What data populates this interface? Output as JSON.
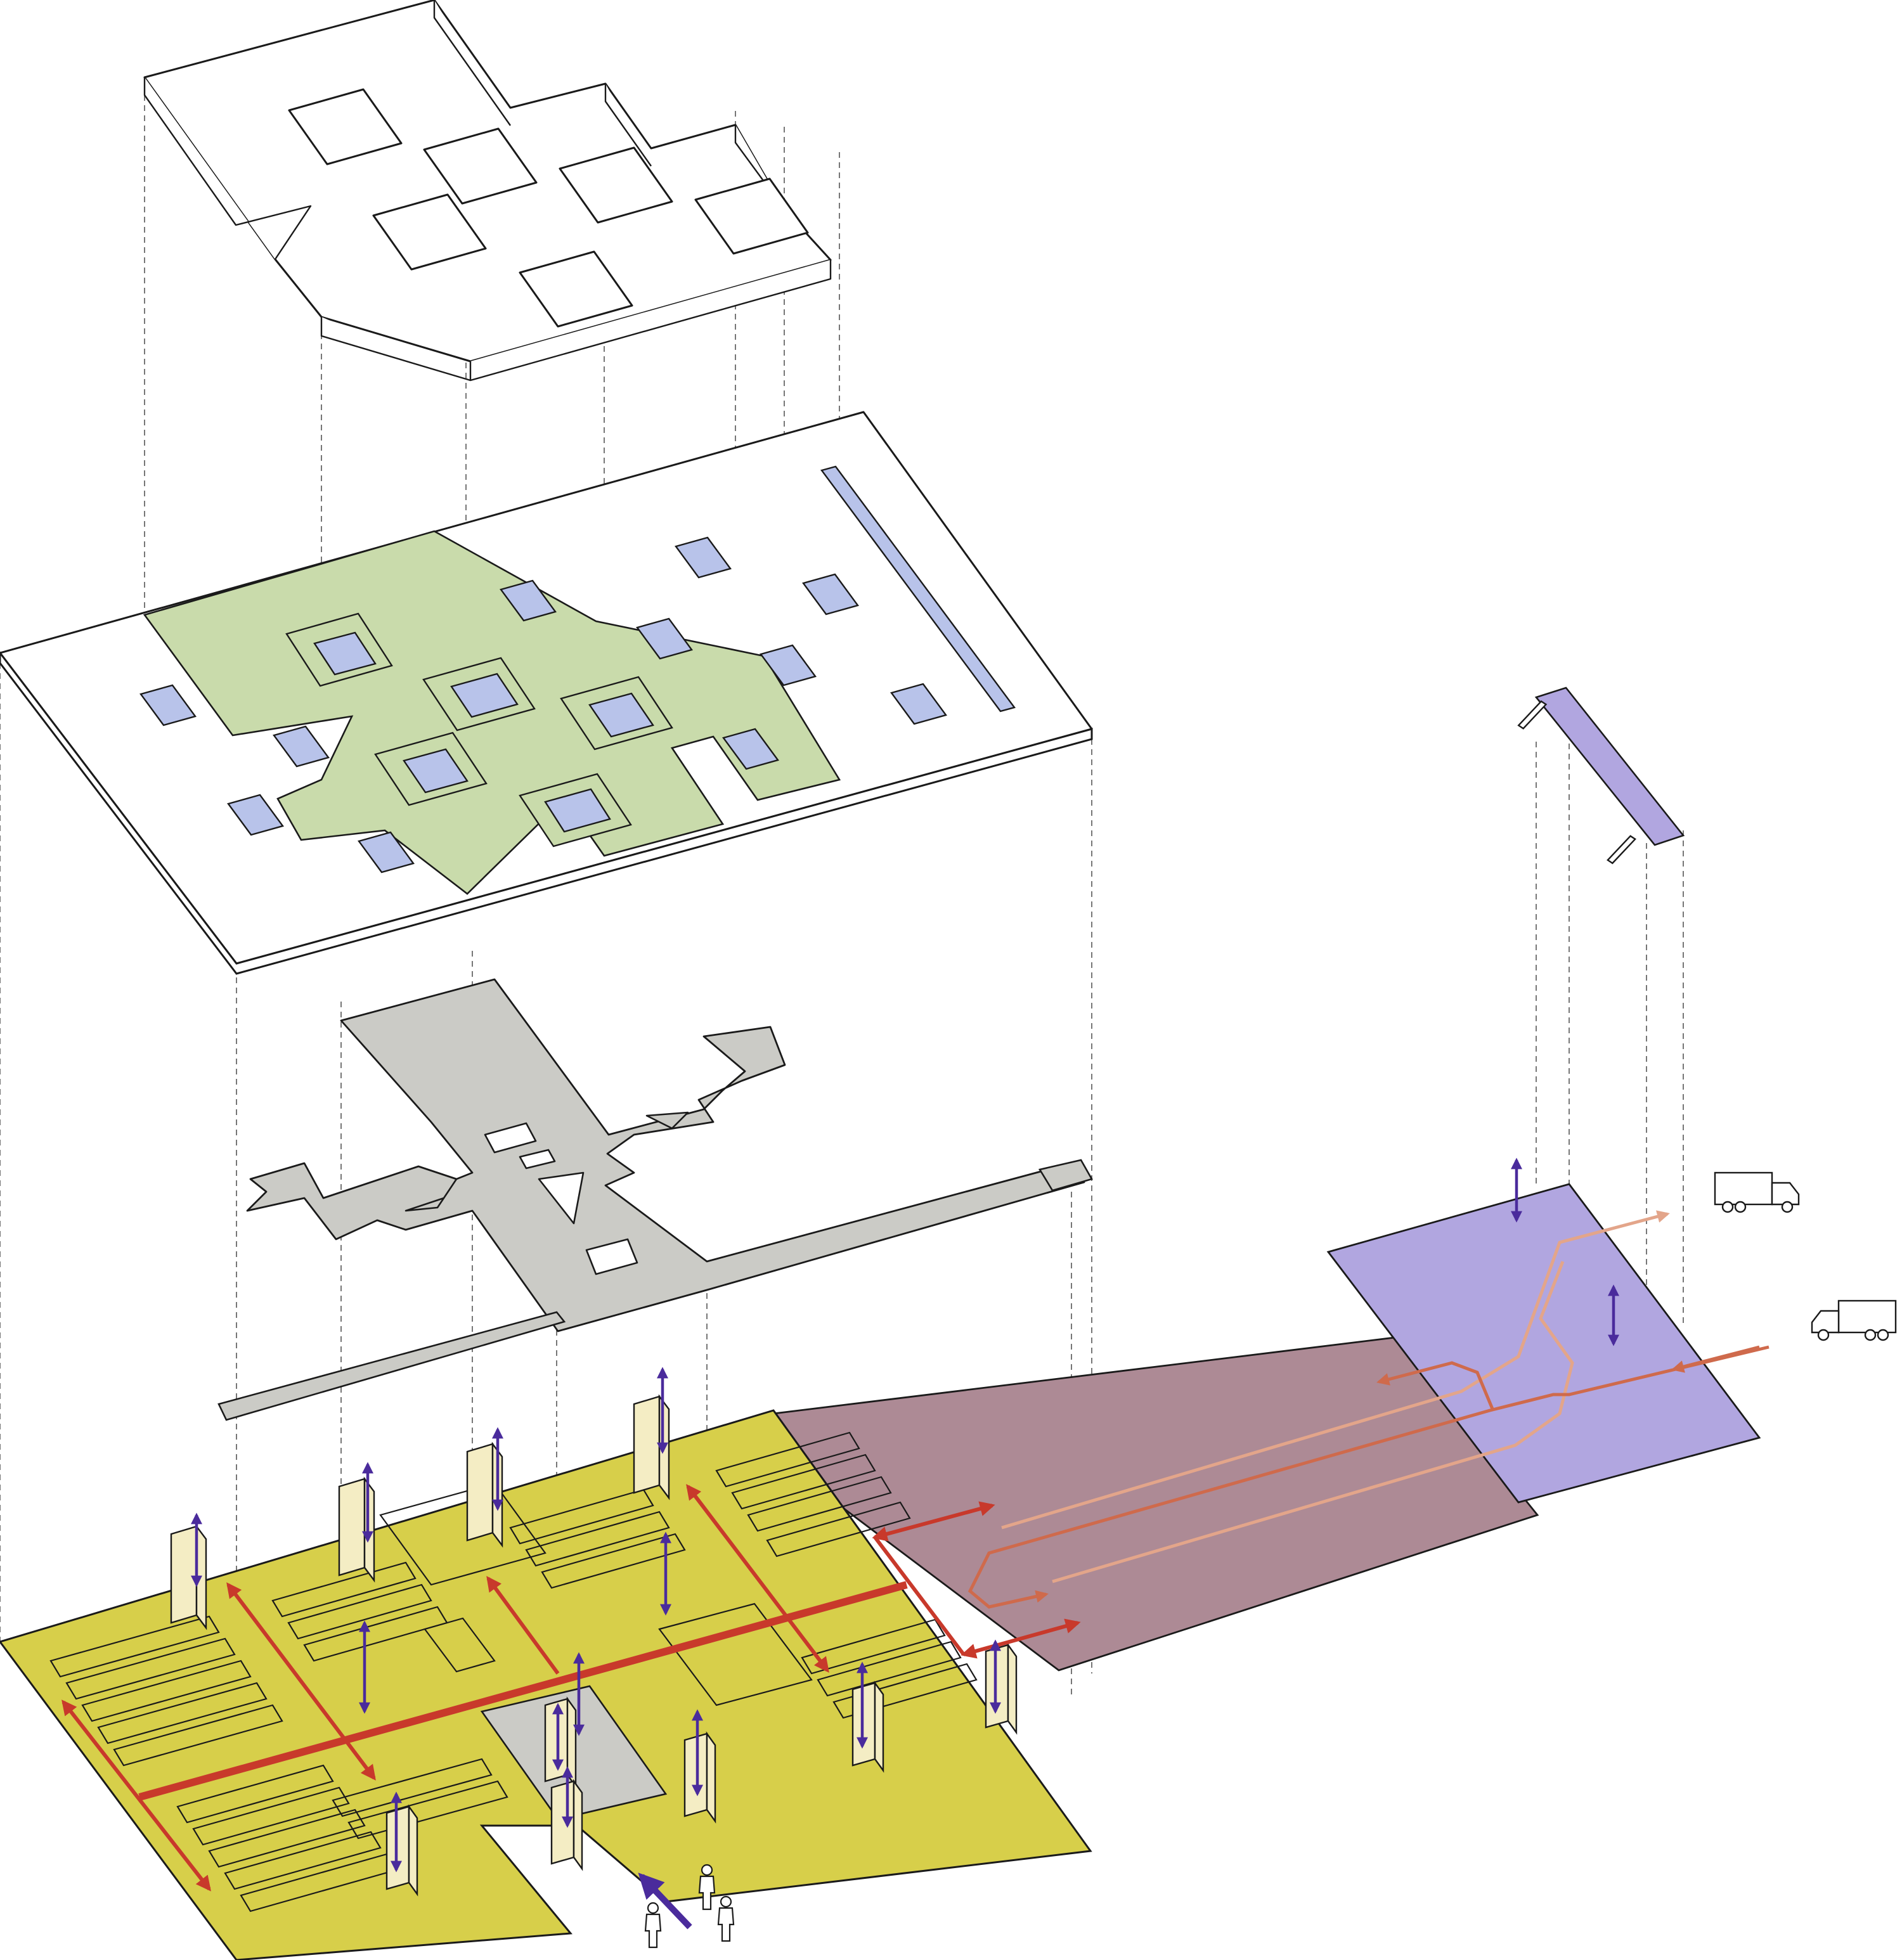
{
  "colors": {
    "background": "#ffffff",
    "outline": "#1a1a1a",
    "roof_green": "#c9dbab",
    "skylight_blue": "#b8c3ea",
    "floor_grey": "#cbcbc6",
    "parking_yellow": "#d7cf4a",
    "ramp_mauve": "#ad8a95",
    "loading_purple": "#b1a6e0",
    "circulation_red": "#c8392b",
    "service_orange": "#cf6a4c",
    "service_light": "#e3a58a",
    "vertical_arrow": "#4a2b9c",
    "core_fill": "#f4edc4"
  },
  "icons": {
    "truck": "delivery-truck-icon",
    "person": "pedestrian-icon"
  },
  "layers": {
    "roof_frame": "roof-frame",
    "roof_slab": "roof-slab",
    "mezzanine": "mezzanine-floor",
    "ground": "ground-parking-level",
    "ramp": "access-ramp",
    "loading": "loading-dock",
    "canopy": "canopy"
  }
}
